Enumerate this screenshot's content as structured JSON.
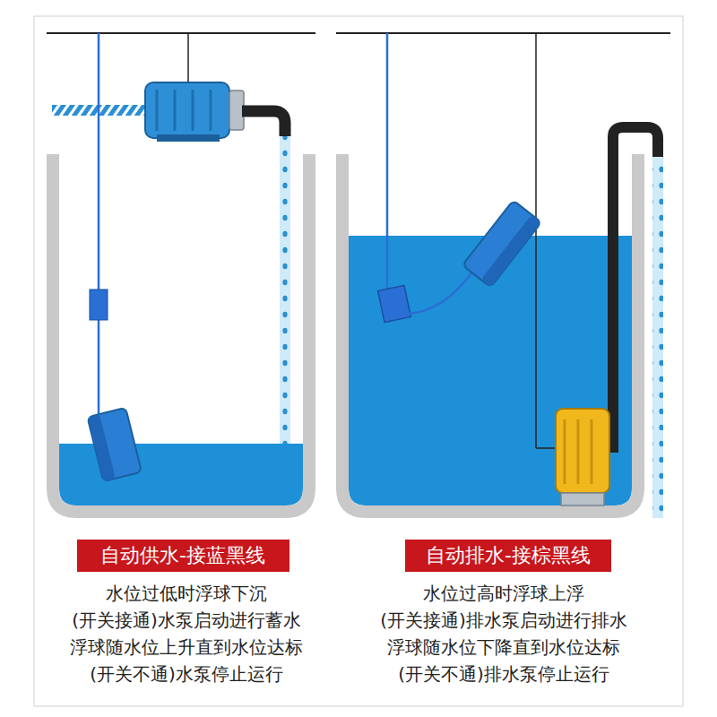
{
  "diagram": {
    "nodes": [
      {
        "text": [
          "自动供水-接蓝黑线"
        ]
      },
      {
        "text": [
          "自动排水-接棕黑线"
        ]
      }
    ],
    "labels": [
      "水位过低时浮球下沉",
      "(开关接通)水泵启动进行蓄水",
      "浮球随水位上升直到水位达标",
      "(开关不通)水泵停止运行",
      "水位过高时浮球上浮",
      "(开关接通)排水泵启动进行排水",
      "浮球随水位下降直到水位达标",
      "(开关不通)排水泵停止运行"
    ]
  }
}
